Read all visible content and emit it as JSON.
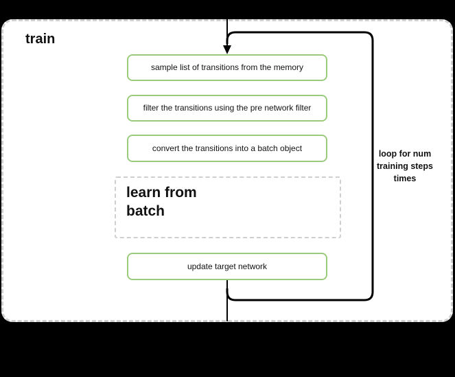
{
  "diagram": {
    "title": "train",
    "steps": [
      {
        "label": "sample list of transitions from the memory"
      },
      {
        "label": "filter the transitions using the pre network filter"
      },
      {
        "label": "convert the transitions into a batch object"
      }
    ],
    "subprocess": {
      "lines": [
        "learn from",
        "batch"
      ]
    },
    "final_step": {
      "label": "update target network"
    },
    "loop": {
      "lines": [
        "loop for num",
        "training steps",
        "times"
      ]
    },
    "colors": {
      "background": "#000000",
      "frame_fill": "#ffffff",
      "dashed_border": "#cfcfcf",
      "step_border": "#9acb7d",
      "line": "#000000"
    }
  }
}
